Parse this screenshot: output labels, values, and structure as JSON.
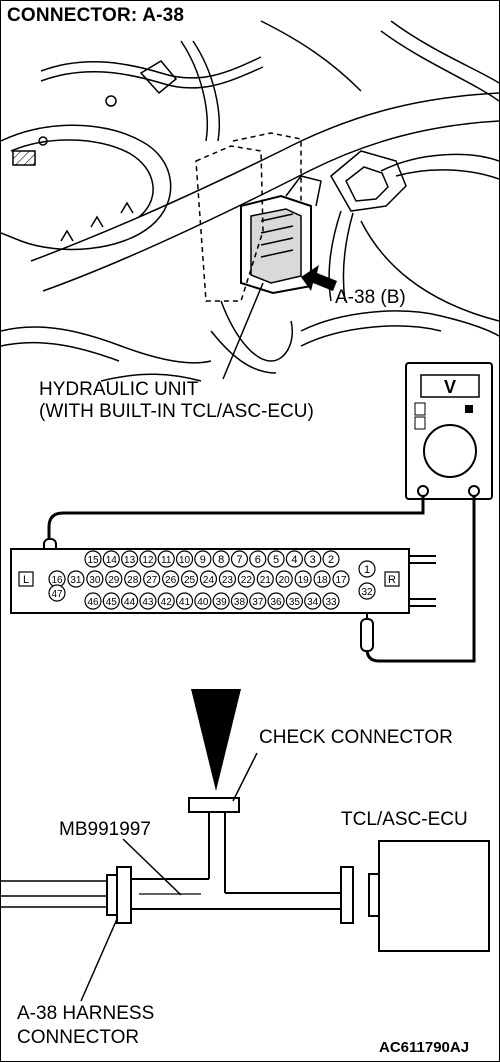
{
  "title": "CONNECTOR: A-38",
  "labels": {
    "connector_b": "A-38 (B)",
    "hydraulic_line1": "HYDRAULIC UNIT",
    "hydraulic_line2": "(WITH BUILT-IN TCL/ASC-ECU)",
    "check_connector": "CHECK CONNECTOR",
    "mb_tool": "MB991997",
    "ecu": "TCL/ASC-ECU",
    "harness_line1": "A-38 HARNESS",
    "harness_line2": "CONNECTOR",
    "figure_code": "AC611790AJ"
  },
  "connector_face": {
    "left_marker": "L",
    "right_marker": "R",
    "row_top": [
      "15",
      "14",
      "13",
      "12",
      "11",
      "10",
      "9",
      "8",
      "7",
      "6",
      "5",
      "4",
      "3",
      "2"
    ],
    "row_middle": [
      "16",
      "31",
      "30",
      "29",
      "28",
      "27",
      "26",
      "25",
      "24",
      "23",
      "22",
      "21",
      "20",
      "19",
      "18",
      "17"
    ],
    "row_bottom": [
      "47",
      "46",
      "45",
      "44",
      "43",
      "42",
      "41",
      "40",
      "39",
      "38",
      "37",
      "36",
      "35",
      "34",
      "33"
    ],
    "pin_right_top": "1",
    "pin_right_bottom": "32"
  },
  "meter": {
    "symbol": "V"
  }
}
